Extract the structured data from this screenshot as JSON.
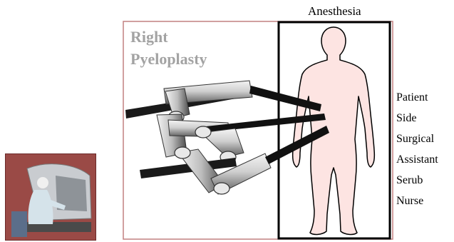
{
  "title_lines": [
    "Right",
    "Pyeloplasty"
  ],
  "anesthesia_label": "Anesthesia",
  "side_labels": [
    "Patient",
    "Side",
    "Surgical",
    "Assistant",
    "Serub",
    "Nurse"
  ],
  "colors": {
    "title": "#a3a3a3",
    "outer_frame": "#c28080",
    "table_frame": "#000000",
    "body_fill": "#fde4e2",
    "body_stroke": "#000000",
    "photo_bg": "#9a4a46"
  }
}
